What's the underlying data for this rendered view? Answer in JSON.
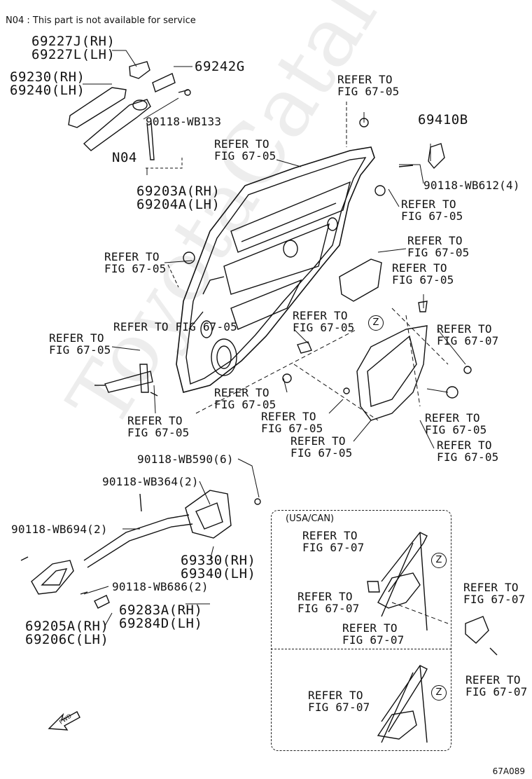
{
  "note": "N04 : This part is not available for service",
  "diagram_code": "67A089",
  "watermark": "ToyotaCatalogs.ru",
  "inset_label": "(USA/CAN)",
  "zone_marker": "Z",
  "labels": {
    "p69227": "69227J(RH)\n69227L(LH)",
    "p69242G": "69242G",
    "p69230": "69230(RH)\n69240(LH)",
    "bolt_wb133": "90118-WB133",
    "n04": "N04",
    "p69203": "69203A(RH)\n69204A(LH)",
    "p69410B": "69410B",
    "bolt_wb612": "90118-WB612(4)",
    "ref_top_center": "REFER TO\nFIG 67-05",
    "ref_door_top": "REFER TO\nFIG 67-05",
    "ref_right_grommet": "REFER TO\nFIG 67-05",
    "ref_right_panel": "REFER TO\nFIG 67-05",
    "ref_right_clip": "REFER TO\nFIG 67-05",
    "ref_left_plug": "REFER TO\nFIG 67-05",
    "ref_center_clip": "REFER TO\nFIG 67-05",
    "ref_regulator_z": "REFER TO\nFIG 67-07",
    "ref_check_a": "REFER TO FIG 67-05",
    "ref_check_b": "REFER TO\nFIG 67-05",
    "ref_lower_left": "REFER TO\nFIG 67-05",
    "ref_lower_center": "REFER TO\nFIG 67-05",
    "ref_lower_bolt": "REFER TO\nFIG 67-05",
    "ref_lower_mid": "REFER TO\nFIG 67-05",
    "ref_lower_right_a": "REFER TO\nFIG 67-05",
    "ref_lower_right_b": "REFER TO\nFIG 67-05",
    "bolt_wb590": "90118-WB590(6)",
    "bolt_wb364": "90118-WB364(2)",
    "bolt_wb694": "90118-WB694(2)",
    "p69330": "69330(RH)\n69340(LH)",
    "bolt_wb686": "90118-WB686(2)",
    "p69283": "69283A(RH)\n69284D(LH)",
    "p69205": "69205A(RH)\n69206C(LH)",
    "ref_inset_a": "REFER TO\nFIG 67-07",
    "ref_inset_b": "REFER TO\nFIG 67-07",
    "ref_inset_c": "REFER TO\nFIG 67-07",
    "ref_inset_d": "REFER TO\nFIG 67-07",
    "ref_motor_a": "REFER TO\nFIG 67-07",
    "ref_motor_b": "REFER TO\nFIG 67-07",
    "fwd_arrow": "FWD"
  }
}
